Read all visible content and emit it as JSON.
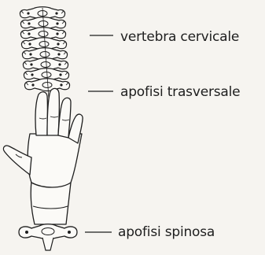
{
  "labels": {
    "cervical_vertebra": "vertebra cervicale",
    "transverse_process": "apofisi trasversale",
    "spinous_process": "apofisi spinosa"
  },
  "colors": {
    "background": "#f6f4f0",
    "ink": "#1e1e1e"
  }
}
